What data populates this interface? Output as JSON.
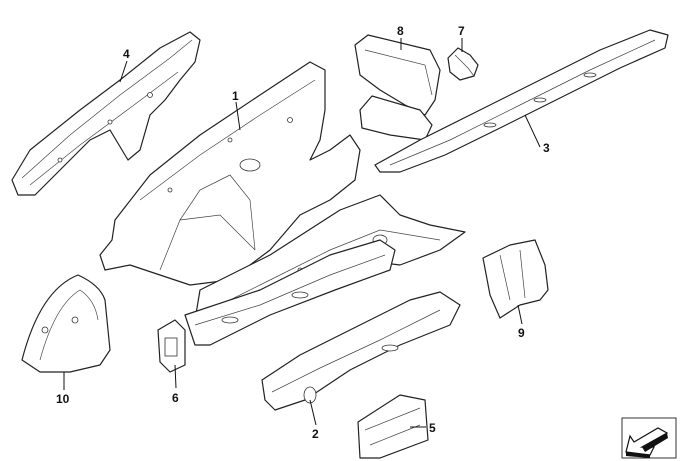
{
  "diagram": {
    "labels": {
      "p1": "1",
      "p2": "2",
      "p3": "3",
      "p4": "4",
      "p5": "5",
      "p6": "6",
      "p7": "7",
      "p8": "8",
      "p9": "9",
      "p10": "10"
    },
    "view_icon": "view-direction-arrow-icon"
  }
}
